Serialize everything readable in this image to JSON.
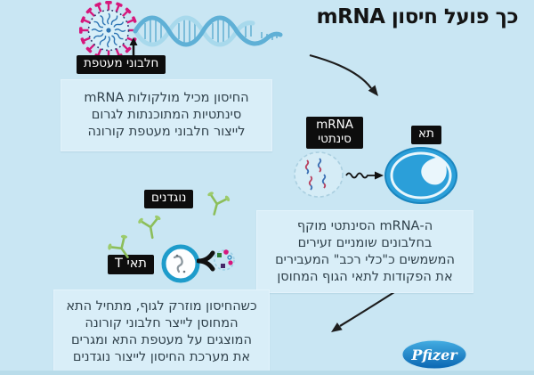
{
  "title": "כך פועל חיסון mRNA",
  "labels": {
    "envelope_proteins": "חלבוני מעטפת",
    "synthetic_mrna": "mRNA\nסינתטי",
    "cell": "תא",
    "antibodies": "נוגדנים",
    "t_cells": "תאי T"
  },
  "steps": [
    {
      "text": "החיסון מכיל מולקולות mRNA\nסינתטיות המתוכנתות לגרום\nלייצור חלבוני מעטפת קורונה"
    },
    {
      "text": "ה-mRNA הסינתטי מוקף\nבחלבונים שומניים זעירים\nהמשמשים כ\"כלי רכב\" המעבירים\nאת הפקודות לתאי הגוף המחוסן"
    },
    {
      "text": "כשהחיסון מוזרק לגוף, מתחיל התא\nהמחוסן לייצר חלבוני קורונה\nהמוצגים על מעטפת התא ומגרים\nאת מערכת החיסון לייצור נוגדנים"
    }
  ],
  "logo": {
    "text": "Pfizer"
  },
  "illustrations": {
    "coronavirus": "virus particle with spike proteins",
    "dna": "double helix strand",
    "synthetic_mrna_cluster": "mRNA fragments in lipid bubble",
    "cell": "body cell with nucleus",
    "antibody": "Y-shaped antibody",
    "t_cell": "T cell binding antigen"
  },
  "colors": {
    "background": "#C9E6F3",
    "panel": "#D9EEF8",
    "label_bg": "#0D0D0D",
    "label_text": "#FFFFFF",
    "spike_magenta": "#D6177C",
    "cell_blue": "#2B9FD9",
    "antibody_green": "#8FBF5C",
    "pfizer_blue": "#0A66B2",
    "body_text": "#30414B",
    "title_text": "#141414"
  }
}
